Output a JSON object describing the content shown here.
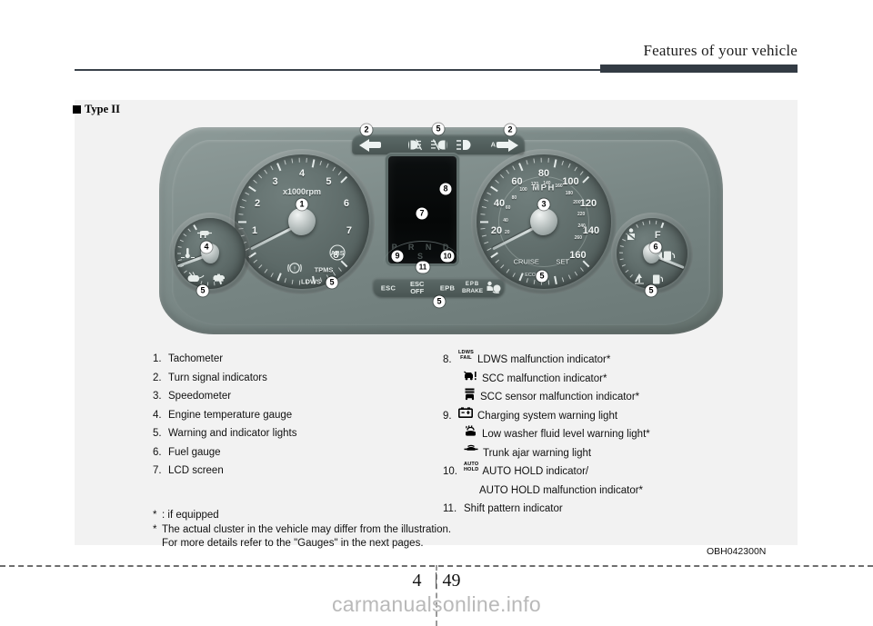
{
  "header": {
    "title": "Features of your vehicle"
  },
  "section": {
    "type_label": "Type II"
  },
  "cluster": {
    "tachometer": {
      "unit_label": "x1000rpm",
      "numbers": [
        "1",
        "2",
        "3",
        "4",
        "5",
        "6",
        "7",
        "8"
      ],
      "indicators": [
        "ABS",
        "TPMS",
        "LDWS"
      ],
      "badge": "1",
      "warning_badge": "5"
    },
    "speedometer": {
      "mph_label": "MPH",
      "kmh_label": "km/h",
      "mph_numbers": [
        "20",
        "40",
        "60",
        "80",
        "100",
        "120",
        "140",
        "160"
      ],
      "kmh_numbers": [
        "20",
        "40",
        "60",
        "80",
        "100",
        "120",
        "140",
        "160",
        "180",
        "200",
        "220",
        "240",
        "260"
      ],
      "cruise_label": "CRUISE",
      "set_label": "SET",
      "eco_label": "ECO",
      "badge": "3",
      "warning_badge": "5"
    },
    "temp_gauge": {
      "hot_label": "H",
      "badge": "4",
      "warning_badge": "5"
    },
    "fuel_gauge": {
      "full_label": "F",
      "badge": "6",
      "warning_badge": "5"
    },
    "top_pod": {
      "afls_label": "AFLS",
      "left_turn_badge": "2",
      "right_turn_badge": "2",
      "warning_badge": "5"
    },
    "bottom_pod": {
      "items": [
        "ESC",
        "ESC OFF",
        "EPB",
        "EPB BRAKE"
      ],
      "esc_label": "ESC",
      "esc_off_line1": "ESC",
      "esc_off_line2": "OFF",
      "epb_label": "EPB",
      "brake_line1": "EPB",
      "brake_line2": "BRAKE",
      "warning_badge": "5"
    },
    "lcd": {
      "shift_pattern": "P R N D S",
      "screen_badge": "7",
      "top_badge": "8",
      "left_badge": "9",
      "right_badge": "10",
      "shift_badge": "11"
    }
  },
  "legend": {
    "left_items": [
      {
        "num": "1.",
        "text": "Tachometer"
      },
      {
        "num": "2.",
        "text": "Turn signal indicators"
      },
      {
        "num": "3.",
        "text": "Speedometer"
      },
      {
        "num": "4.",
        "text": "Engine temperature gauge"
      },
      {
        "num": "5.",
        "text": "Warning and indicator lights"
      },
      {
        "num": "6.",
        "text": "Fuel gauge"
      },
      {
        "num": "7.",
        "text": "LCD screen"
      }
    ],
    "right_items": [
      {
        "num": "8.",
        "icon": "ldws-fail-icon",
        "icon_line1": "LDWS",
        "icon_line2": "FAIL",
        "text": "LDWS malfunction indicator*"
      },
      {
        "num": "",
        "icon": "scc-malfunction-icon",
        "text": "SCC malfunction indicator*"
      },
      {
        "num": "",
        "icon": "scc-sensor-icon",
        "text": "SCC sensor malfunction indicator*"
      },
      {
        "num": "9.",
        "icon": "battery-icon",
        "text": "Charging system warning light"
      },
      {
        "num": "",
        "icon": "washer-fluid-icon",
        "text": "Low washer fluid level warning light*"
      },
      {
        "num": "",
        "icon": "trunk-ajar-icon",
        "text": "Trunk ajar warning light"
      },
      {
        "num": "10.",
        "icon": "auto-hold-icon",
        "icon_line1": "AUTO",
        "icon_line2": "HOLD",
        "text": "AUTO HOLD indicator/"
      },
      {
        "num": "",
        "icon": "",
        "text": "AUTO HOLD malfunction indicator*",
        "continuation": true
      },
      {
        "num": "11.",
        "icon": "",
        "text": "Shift pattern indicator"
      }
    ]
  },
  "notes": {
    "line1": ": if equipped",
    "line2": "The actual cluster in the vehicle may differ from the illustration.",
    "line3": "For more details refer to the \"Gauges\" in the next pages.",
    "star": "*"
  },
  "figure_code": "OBH042300N",
  "footer": {
    "chapter": "4",
    "page": "49",
    "watermark": "carmanualsonline.info"
  },
  "colors": {
    "cluster_body": "#7d8b89",
    "dial_face": "#5d6a68",
    "panel_bg": "#f2f2f2",
    "header_bar": "#333b44",
    "lcd_black": "#070a0b"
  }
}
